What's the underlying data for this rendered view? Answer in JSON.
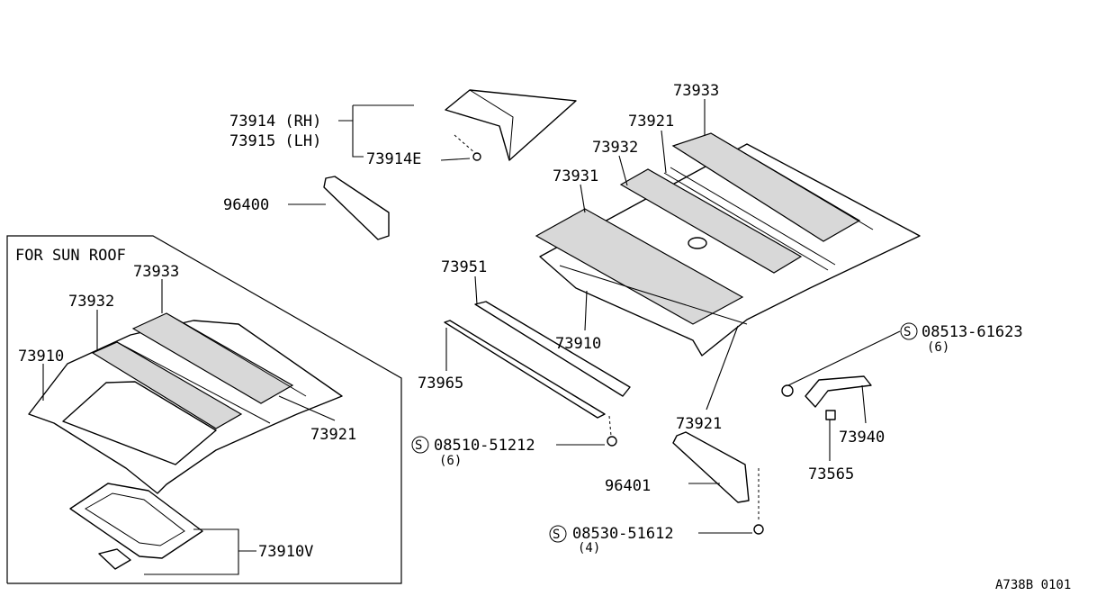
{
  "inset": {
    "title": "FOR SUN ROOF",
    "labels": {
      "p73933": "73933",
      "p73932": "73932",
      "p73910": "73910",
      "p73921": "73921",
      "p73910v": "73910V"
    }
  },
  "main": {
    "labels": {
      "p73914": "73914 (RH)",
      "p73915": "73915 (LH)",
      "p73914e": "73914E",
      "p96400": "96400",
      "p73933": "73933",
      "p73921_top": "73921",
      "p73932": "73932",
      "p73931": "73931",
      "p73951": "73951",
      "p73910": "73910",
      "p73965": "73965",
      "p73921_bottom": "73921",
      "p96401": "96401",
      "p73940": "73940",
      "p73565": "73565"
    },
    "screws": [
      {
        "number": "08513-61623",
        "qty": "(6)"
      },
      {
        "number": "08510-51212",
        "qty": "(6)"
      },
      {
        "number": "08530-51612",
        "qty": "(4)"
      }
    ],
    "screw_symbol": "S"
  },
  "footer": {
    "code": "A738B 0101"
  }
}
